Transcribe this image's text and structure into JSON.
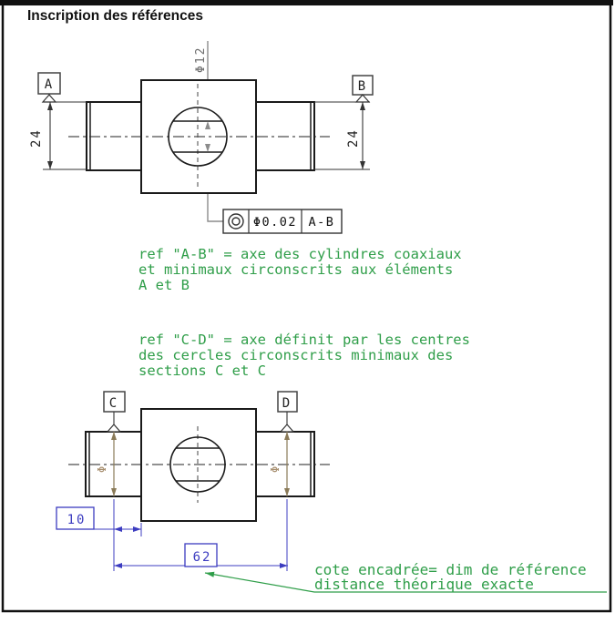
{
  "title": "Inscription des références",
  "colors": {
    "outline": "#1a1a1a",
    "dimension": "#333333",
    "leader_gray": "#8c8c8c",
    "note_green": "#2f9e49",
    "dimension_blue": "#3c3cc0",
    "dimension_olive": "#8a7a58",
    "phi_tan": "#a89070"
  },
  "top_drawing": {
    "hole_diameter_label": "Φ12",
    "datum_left": "A",
    "datum_right": "B",
    "dim_left": "24",
    "dim_right": "24",
    "fcf": {
      "symbol": "concentricity",
      "tolerance": "Φ0.02",
      "datum_ref": "A-B"
    }
  },
  "note_ab": {
    "line1": "ref \"A-B\" = axe des cylindres coaxiaux",
    "line2": "et minimaux circonscrits aux éléments",
    "line3": "A et B"
  },
  "note_cd": {
    "line1": "ref \"C-D\" = axe définit par les centres",
    "line2": "des cercles circonscrits minimaux des",
    "line3": "sections C et C"
  },
  "bottom_drawing": {
    "datum_left": "C",
    "datum_right": "D",
    "dia_left": "Φ",
    "dia_right": "Φ",
    "dim_offset": "10",
    "dim_span": "62"
  },
  "note_framed": {
    "line1": "cote encadrée= dim de référence",
    "line2": "distance théorique exacte"
  }
}
